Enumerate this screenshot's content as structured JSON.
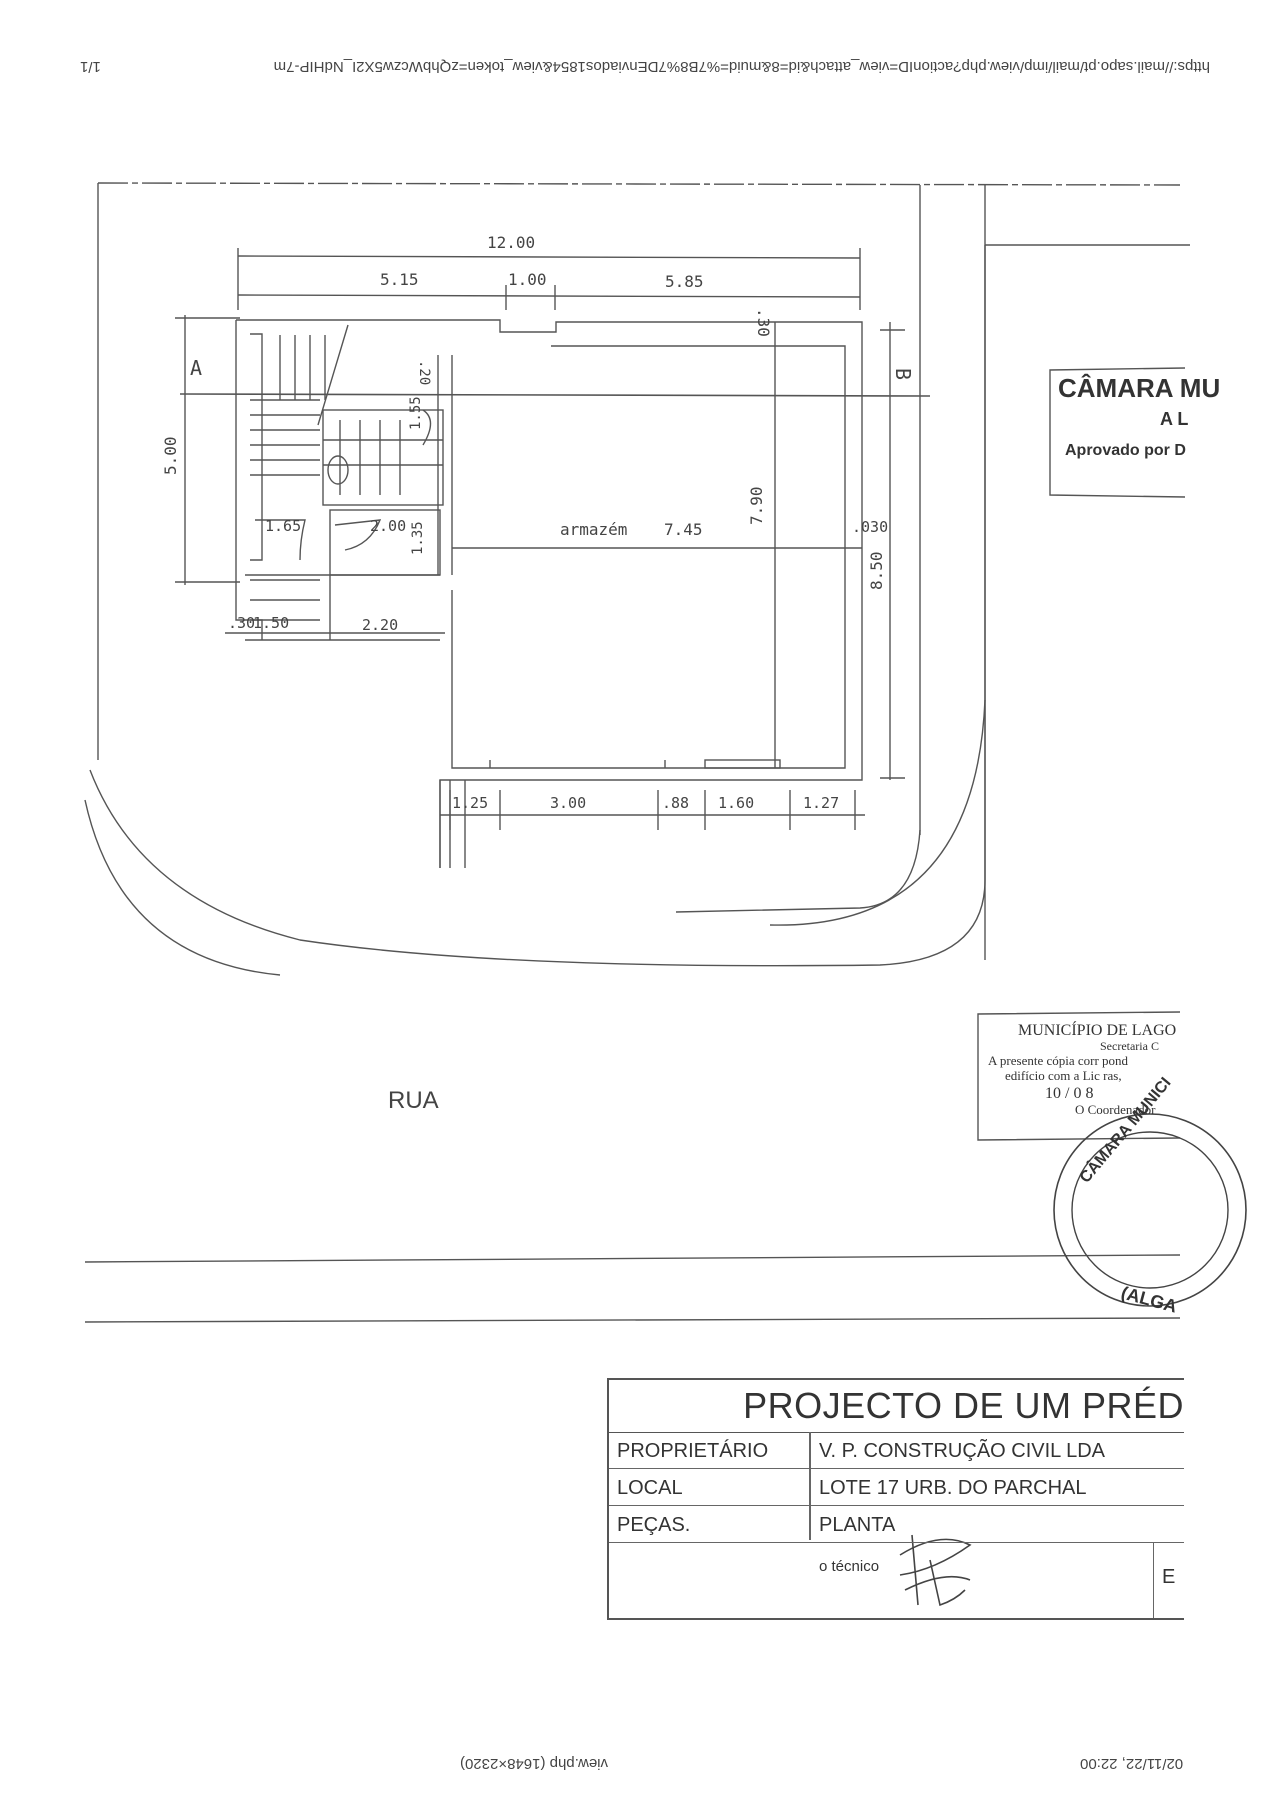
{
  "page_header": {
    "url": "https://mail.sapo.pt/mail/imp/view.php?actionID=view_attach&id=8&muid=%7B8%7DEnviados1854&view_token=zQhbWczw5X2I_NdHIP-7m",
    "page_count": "1/1"
  },
  "page_footer": {
    "datetime": "02/11/22, 22:00",
    "file_label": "view.php (1648×2320)"
  },
  "floor_plan": {
    "overall_width": "12.00",
    "top_dims": [
      "5.15",
      "1.00",
      "5.85"
    ],
    "wall_top": ".30",
    "left_height": "5.00",
    "section_marker_left": "A",
    "section_marker_right": "B",
    "wc_dims": [
      ".20",
      "1.55"
    ],
    "lower_left_dims": [
      "1.65",
      "2.00",
      "1.35"
    ],
    "stair_dims": [
      ".30",
      "1.50",
      "2.20"
    ],
    "room_label": "armazém",
    "room_width": "7.45",
    "room_height": "7.90",
    "right_wall": ".030",
    "right_height": "8.50",
    "bottom_dims": [
      "1.25",
      "3.00",
      ".88",
      "1.60",
      "1.27"
    ],
    "street_label": "RUA"
  },
  "stamps": {
    "approval": {
      "line1": "CÂMARA MU",
      "line2": "A L",
      "line3": "Aprovado por D"
    },
    "certified_copy": {
      "line1": "MUNICÍPIO DE LAGO",
      "line2": "Secretaria C",
      "line3": "A presente cópia corr   pond",
      "line4": "edifício com a Lic   ras,",
      "line5": "10 /      0 8",
      "line6": "O Coordenador"
    },
    "seal": {
      "top_text": "CÂMARA MUNICI",
      "bottom_text": "(ALGA"
    }
  },
  "title_block": {
    "title": "PROJECTO DE UM PRÉD",
    "rows": [
      {
        "label": "PROPRIETÁRIO",
        "value": "V. P. CONSTRUÇÃO CIVIL LDA"
      },
      {
        "label": "LOCAL",
        "value": "LOTE 17 URB. DO PARCHAL"
      },
      {
        "label": "PEÇAS.",
        "value": "PLANTA"
      }
    ],
    "technician_label": "o técnico",
    "right_cell": "E"
  }
}
